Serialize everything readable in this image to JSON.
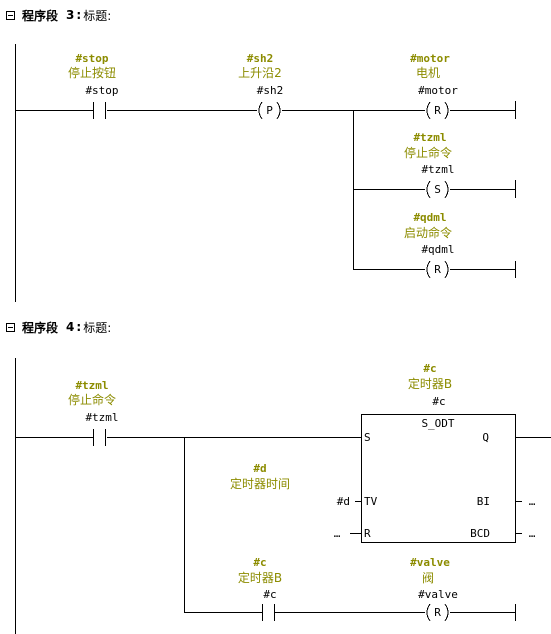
{
  "segments": [
    {
      "label": "程序段",
      "number": "3",
      "title": "标题:",
      "contacts": [
        {
          "sym": "#stop",
          "comment": "停止按钮",
          "operand": "#stop",
          "kind": "NO"
        }
      ],
      "pos_edge": {
        "sym": "#sh2",
        "comment": "上升沿2",
        "operand": "#sh2",
        "label": "P"
      },
      "coils": [
        {
          "sym": "#motor",
          "comment": "电机",
          "operand": "#motor",
          "label": "R"
        },
        {
          "sym": "#tzml",
          "comment": "停止命令",
          "operand": "#tzml",
          "label": "S"
        },
        {
          "sym": "#qdml",
          "comment": "启动命令",
          "operand": "#qdml",
          "label": "R"
        }
      ]
    },
    {
      "label": "程序段",
      "number": "4",
      "title": "标题:",
      "contact": {
        "sym": "#tzml",
        "comment": "停止命令",
        "operand": "#tzml"
      },
      "timer": {
        "sym": "#c",
        "comment": "定时器B",
        "operand": "#c",
        "type": "S_ODT",
        "pins": {
          "s": "S",
          "tv": "TV",
          "r": "R",
          "q": "Q",
          "bi": "BI",
          "bcd": "BCD"
        },
        "tv_value": "#d",
        "tv_sym": "#d",
        "tv_comment": "定时器时间",
        "r_value": "…",
        "bi_value": "…",
        "bcd_value": "…"
      },
      "contact2": {
        "sym": "#c",
        "comment": "定时器B",
        "operand": "#c"
      },
      "coil": {
        "sym": "#valve",
        "comment": "阀",
        "operand": "#valve",
        "label": "R"
      }
    }
  ],
  "colors": {
    "symbol": "#8c8c00",
    "wire": "#000000",
    "text": "#000000"
  }
}
